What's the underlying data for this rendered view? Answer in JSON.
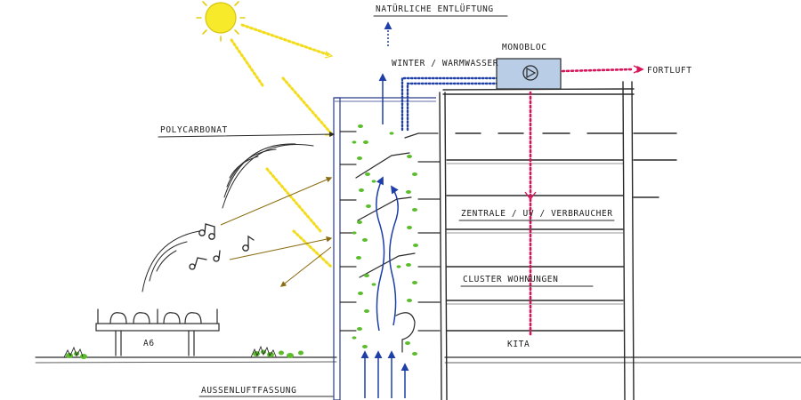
{
  "labels": {
    "natural_ventilation": "NATÜRLICHE ENTLÜFTUNG",
    "winter_hot_water": "WINTER / WARMWASSER",
    "monobloc": "MONOBLOC",
    "exhaust": "FORTLUFT",
    "polycarbonate": "POLYCARBONAT",
    "central_uv_consumer": "ZENTRALE / UV / VERBRAUCHER",
    "cluster_apartments": "CLUSTER WOHNUNGEN",
    "kita": "KITA",
    "a6": "A6",
    "outside_air_intake": "AUSSENLUFTFASSUNG"
  },
  "colors": {
    "ink": "#2a2a2a",
    "sun": "#f6ea2a",
    "sun_ray": "#f2dc1c",
    "air_blue": "#1e3fa8",
    "exhaust_red": "#d8145a",
    "plant_green": "#5cbd2c",
    "glass_blue": "#2a3c8a",
    "monobloc_fill": "#b9cde6"
  },
  "icons": [
    "sun-icon",
    "music-note-icon",
    "fan-icon",
    "arrow-icon"
  ]
}
